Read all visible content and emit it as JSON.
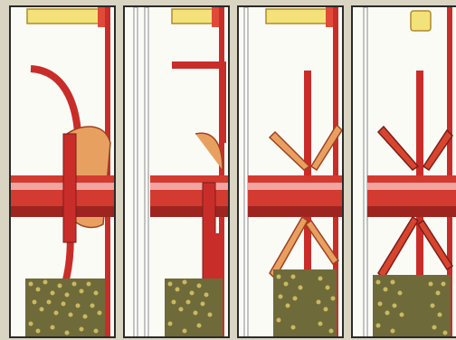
{
  "figure": {
    "background_color": "#d9d5c2",
    "panel_count": 4,
    "panels": [
      {
        "id": 1,
        "tool_type": "curved-tines",
        "rotor_color": "#c92d2a",
        "blade_color": "#e08a4a",
        "soil_color": "#9b8a3f"
      },
      {
        "id": 2,
        "tool_type": "l-shaped-blades",
        "rotor_color": "#c92d2a",
        "blade_color": "#d8452f",
        "soil_color": "#9b8a3f"
      },
      {
        "id": 3,
        "tool_type": "star-spikes",
        "rotor_color": "#c92d2a",
        "blade_color": "#e08a4a",
        "soil_color": "#9b8a3f"
      },
      {
        "id": 4,
        "tool_type": "star-spikes-rear",
        "rotor_color": "#c92d2a",
        "blade_color": "#d8452f",
        "soil_color": "#9b8a3f"
      }
    ],
    "accent_yellow": "#f3e27a"
  }
}
